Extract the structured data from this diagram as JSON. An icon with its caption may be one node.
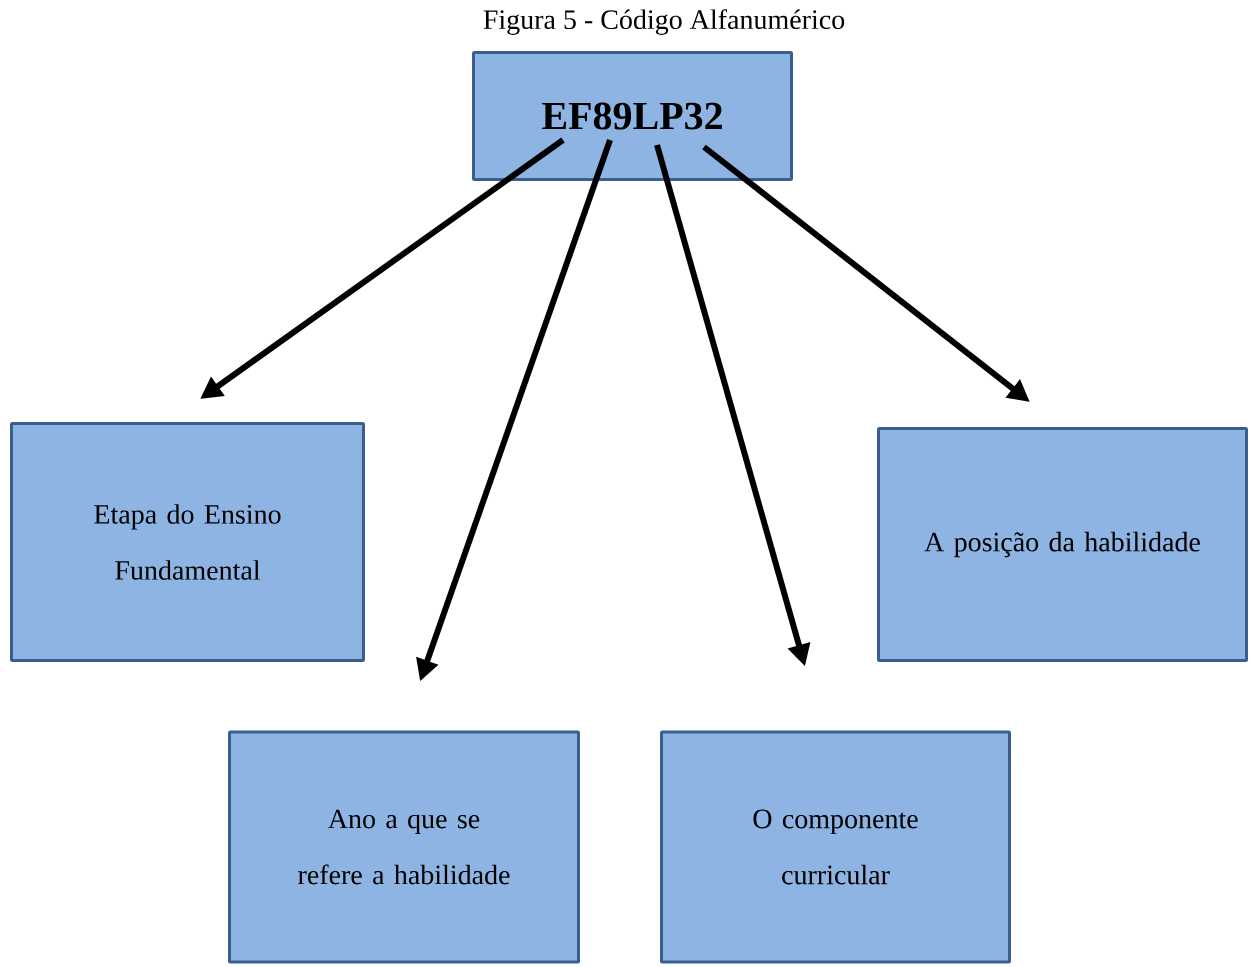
{
  "diagram": {
    "title": "Figura 5 - Código Alfanumérico",
    "nodes": [
      {
        "text": [
          "EF89LP32"
        ]
      },
      {
        "text": [
          "Etapa do Ensino Fundamental"
        ]
      },
      {
        "text": [
          "A posição da habilidade"
        ]
      },
      {
        "text": [
          "Ano a que se refere a habilidade"
        ]
      },
      {
        "text": [
          "O componente curricular"
        ]
      }
    ],
    "edges": [
      {
        "from": 0,
        "to": 1,
        "arrow": "to"
      },
      {
        "from": 0,
        "to": 3,
        "arrow": "to"
      },
      {
        "from": 0,
        "to": 4,
        "arrow": "to"
      },
      {
        "from": 0,
        "to": 2,
        "arrow": "to"
      }
    ]
  }
}
